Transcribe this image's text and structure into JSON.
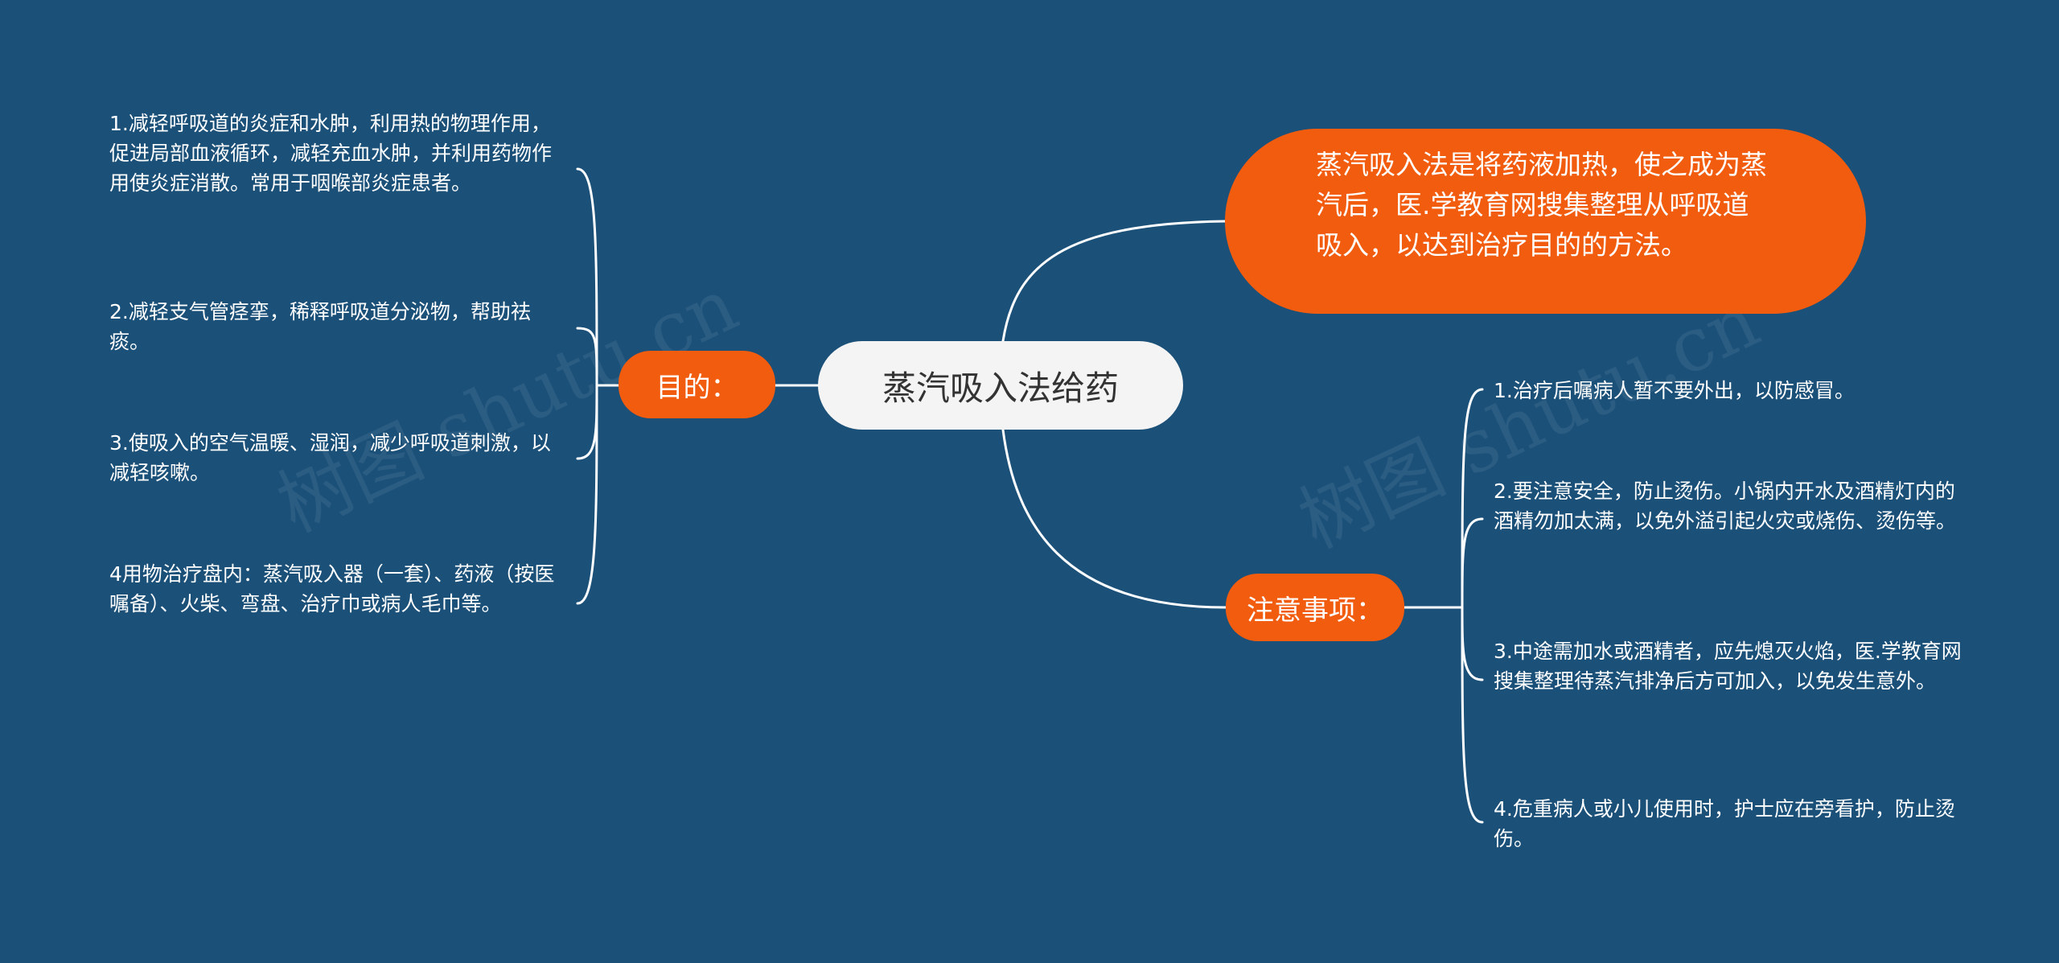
{
  "colors": {
    "background": "#1b5079",
    "accent": "#f25c0f",
    "center_fill": "#f4f4f4",
    "connector": "#ffffff"
  },
  "center": {
    "label": "蒸汽吸入法给药"
  },
  "definition": {
    "text": "蒸汽吸入法是将药液加热，使之成为蒸汽后，医.学教育网搜集整理从呼吸道吸入，以达到治疗目的的方法。"
  },
  "purpose": {
    "label": "目的：",
    "items": [
      "1.减轻呼吸道的炎症和水肿，利用热的物理作用，促进局部血液循环，减轻充血水肿，并利用药物作用使炎症消散。常用于咽喉部炎症患者。",
      "2.减轻支气管痉挛，稀释呼吸道分泌物，帮助祛痰。",
      "3.使吸入的空气温暖、湿润，减少呼吸道刺激，以减轻咳嗽。",
      "4用物治疗盘内：蒸汽吸入器（一套）、药液（按医嘱备）、火柴、弯盘、治疗巾或病人毛巾等。"
    ]
  },
  "notes": {
    "label": "注意事项：",
    "items": [
      "1.治疗后嘱病人暂不要外出，以防感冒。",
      "2.要注意安全，防止烫伤。小锅内开水及酒精灯内的酒精勿加太满，以免外溢引起火灾或烧伤、烫伤等。",
      "3.中途需加水或酒精者，应先熄灭火焰，医.学教育网搜集整理待蒸汽排净后方可加入，以免发生意外。",
      "4.危重病人或小儿使用时，护士应在旁看护，防止烫伤。"
    ]
  },
  "watermark": "树图 shutu.cn"
}
